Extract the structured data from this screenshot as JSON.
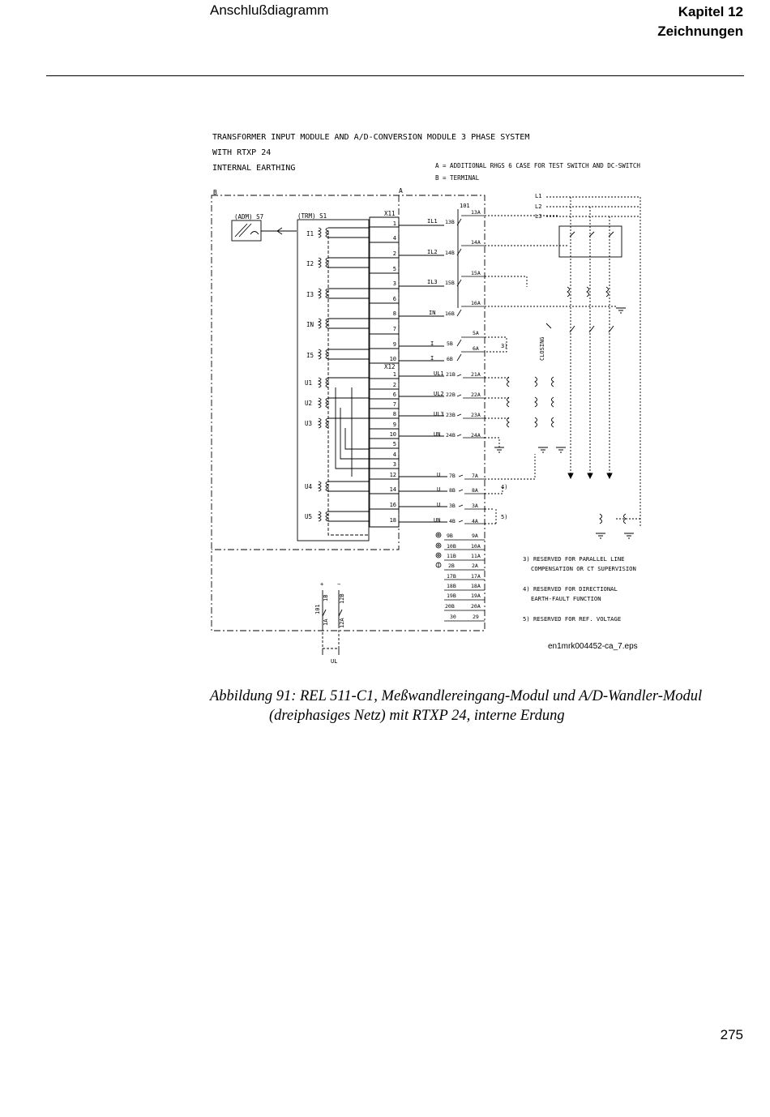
{
  "header": {
    "left": "Anschlußdiagramm",
    "right_line1": "Kapitel 12",
    "right_line2": "Zeichnungen"
  },
  "diagram": {
    "title1": "TRANSFORMER INPUT MODULE AND A/D-CONVERSION MODULE 3 PHASE SYSTEM",
    "title2": "WITH RTXP 24",
    "title3": "INTERNAL EARTHING",
    "legend_a": "A = ADDITIONAL RHGS 6 CASE FOR TEST SWITCH AND DC-SWITCH",
    "legend_b": "B = TERMINAL",
    "label_b": "B",
    "label_a": "A",
    "adm": "(ADM) S7",
    "trm": "(TRM) S1",
    "x11": "X11",
    "x12": "X12",
    "n101": "101",
    "lines": [
      "L1",
      "L2",
      "L3"
    ],
    "closing": "CLOSING",
    "ul": "UL",
    "plus": "+",
    "minus": "−",
    "inputs": [
      "I1",
      "I2",
      "I3",
      "IN",
      "I5",
      "U1",
      "U2",
      "U3",
      "U4",
      "U5"
    ],
    "x11_terms": [
      "1",
      "4",
      "2",
      "5",
      "3",
      "6",
      "8",
      "7",
      "9",
      "10"
    ],
    "x12_terms": [
      "1",
      "2",
      "6",
      "7",
      "8",
      "9",
      "10",
      "5",
      "4",
      "3",
      "12",
      "14",
      "16",
      "18"
    ],
    "signals": [
      "IL1",
      "IL2",
      "IL3",
      "IN",
      "I",
      "I",
      "UL1",
      "UL2",
      "UL3",
      "UN",
      "U",
      "U",
      "U",
      "UN"
    ],
    "b_terms": [
      "13B",
      "14B",
      "15B",
      "16B",
      "5B",
      "6B",
      "21B",
      "22B",
      "23B",
      "24B",
      "7B",
      "8B",
      "3B",
      "4B",
      "9B",
      "10B",
      "11B",
      "2B",
      "17B",
      "18B",
      "19B",
      "20B",
      "30"
    ],
    "a_terms": [
      "13A",
      "14A",
      "15A",
      "16A",
      "5A",
      "6A",
      "21A",
      "22A",
      "23A",
      "24A",
      "7A",
      "8A",
      "3A",
      "4A",
      "9A",
      "10A",
      "11A",
      "2A",
      "17A",
      "18A",
      "19A",
      "20A",
      "29"
    ],
    "dc_terms": [
      "101",
      "1B",
      "12B",
      "1A",
      "12A"
    ],
    "note_refs": [
      "3)",
      "4)",
      "5)"
    ],
    "notes": [
      "3) RESERVED FOR PARALLEL LINE",
      "COMPENSATION OR CT SUPERVISION",
      "4) RESERVED FOR DIRECTIONAL",
      "EARTH-FAULT FUNCTION",
      "5) RESERVED FOR REF. VOLTAGE"
    ],
    "file": "en1mrk004452-ca_7.eps"
  },
  "caption": {
    "line1": "Abbildung 91: REL 511-C1, Meßwandlereingang-Modul und A/D-Wandler-Modul",
    "line2": "(dreiphasiges Netz) mit RTXP 24, interne Erdung"
  },
  "page_number": "275"
}
